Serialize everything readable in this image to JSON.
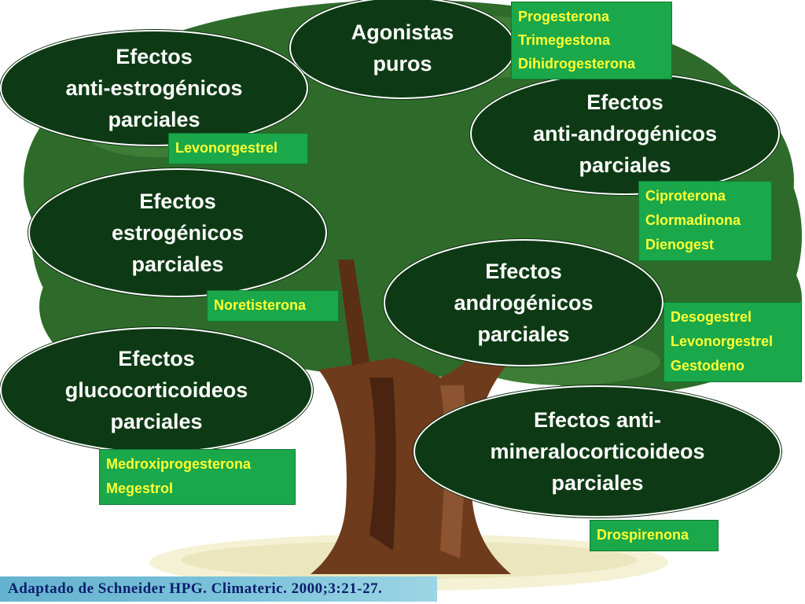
{
  "citation": "Adaptado de  Schneider HPG. Climateric. 2000;3:21-27.",
  "nodes": {
    "agonistas": [
      "Agonistas",
      "puros"
    ],
    "anti_estrogenicos": [
      "Efectos",
      "anti-estrogénicos",
      "parciales"
    ],
    "anti_androgenicos": [
      "Efectos",
      "anti-androgénicos",
      "parciales"
    ],
    "estrogenicos": [
      "Efectos",
      "estrogénicos",
      "parciales"
    ],
    "androgenicos": [
      "Efectos",
      "androgénicos",
      "parciales"
    ],
    "glucocorticoideos": [
      "Efectos",
      "glucocorticoideos",
      "parciales"
    ],
    "antimineralocorticoideos": [
      "Efectos anti-",
      "mineralocorticoideos",
      "parciales"
    ]
  },
  "labels": {
    "agonistas": [
      "Progesterona",
      "Trimegestona",
      "Dihidrogesterona"
    ],
    "anti_estrogenicos": [
      "Levonorgestrel"
    ],
    "anti_androgenicos": [
      "Ciproterona",
      "Clormadinona",
      "Dienogest"
    ],
    "estrogenicos": [
      "Noretisterona"
    ],
    "androgenicos": [
      "Desogestrel",
      "Levonorgestrel",
      "Gestodeno"
    ],
    "glucocorticoideos": [
      "Medroxiprogesterona",
      "Megestrol"
    ],
    "antimineralocorticoideos": [
      "Drospirenona"
    ]
  },
  "colors": {
    "foliage": "#2e6b2a",
    "foliage_light": "#3d7d36",
    "ellipse_fill": "#0d3a14",
    "trunk": "#6e3b1d",
    "trunk_dark": "#4a2410",
    "trunk_light": "#8c5430",
    "grass": "#f4f1d4",
    "tag_fill": "#1aa84a",
    "tag_text": "#ffff33"
  }
}
